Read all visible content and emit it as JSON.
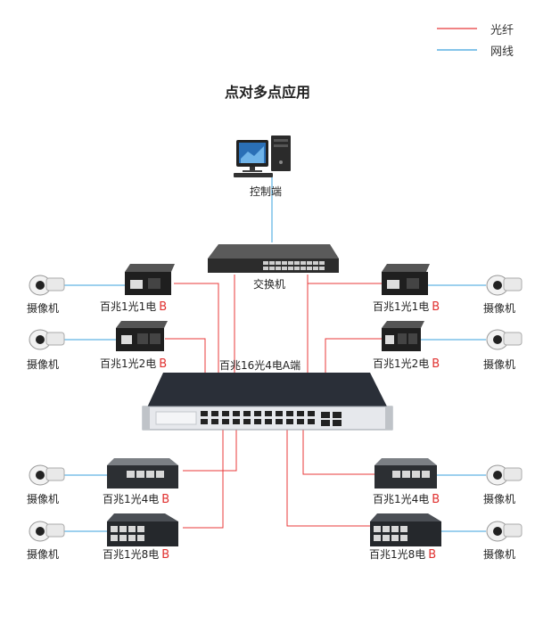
{
  "legend": [
    {
      "label": "光纤",
      "color": "#e8393a"
    },
    {
      "label": "网线",
      "color": "#3aa0dc"
    }
  ],
  "title": "点对多点应用",
  "control_label": "控制端",
  "switch_label": "交换机",
  "central_label": "百兆16光4电A端",
  "camera_label": "摄像机",
  "b_suffix": "B",
  "left_devices": [
    {
      "label": "百兆1光1电"
    },
    {
      "label": "百兆1光2电"
    },
    {
      "label": "百兆1光4电"
    },
    {
      "label": "百兆1光8电"
    }
  ],
  "right_devices": [
    {
      "label": "百兆1光1电"
    },
    {
      "label": "百兆1光2电"
    },
    {
      "label": "百兆1光4电"
    },
    {
      "label": "百兆1光8电"
    }
  ]
}
